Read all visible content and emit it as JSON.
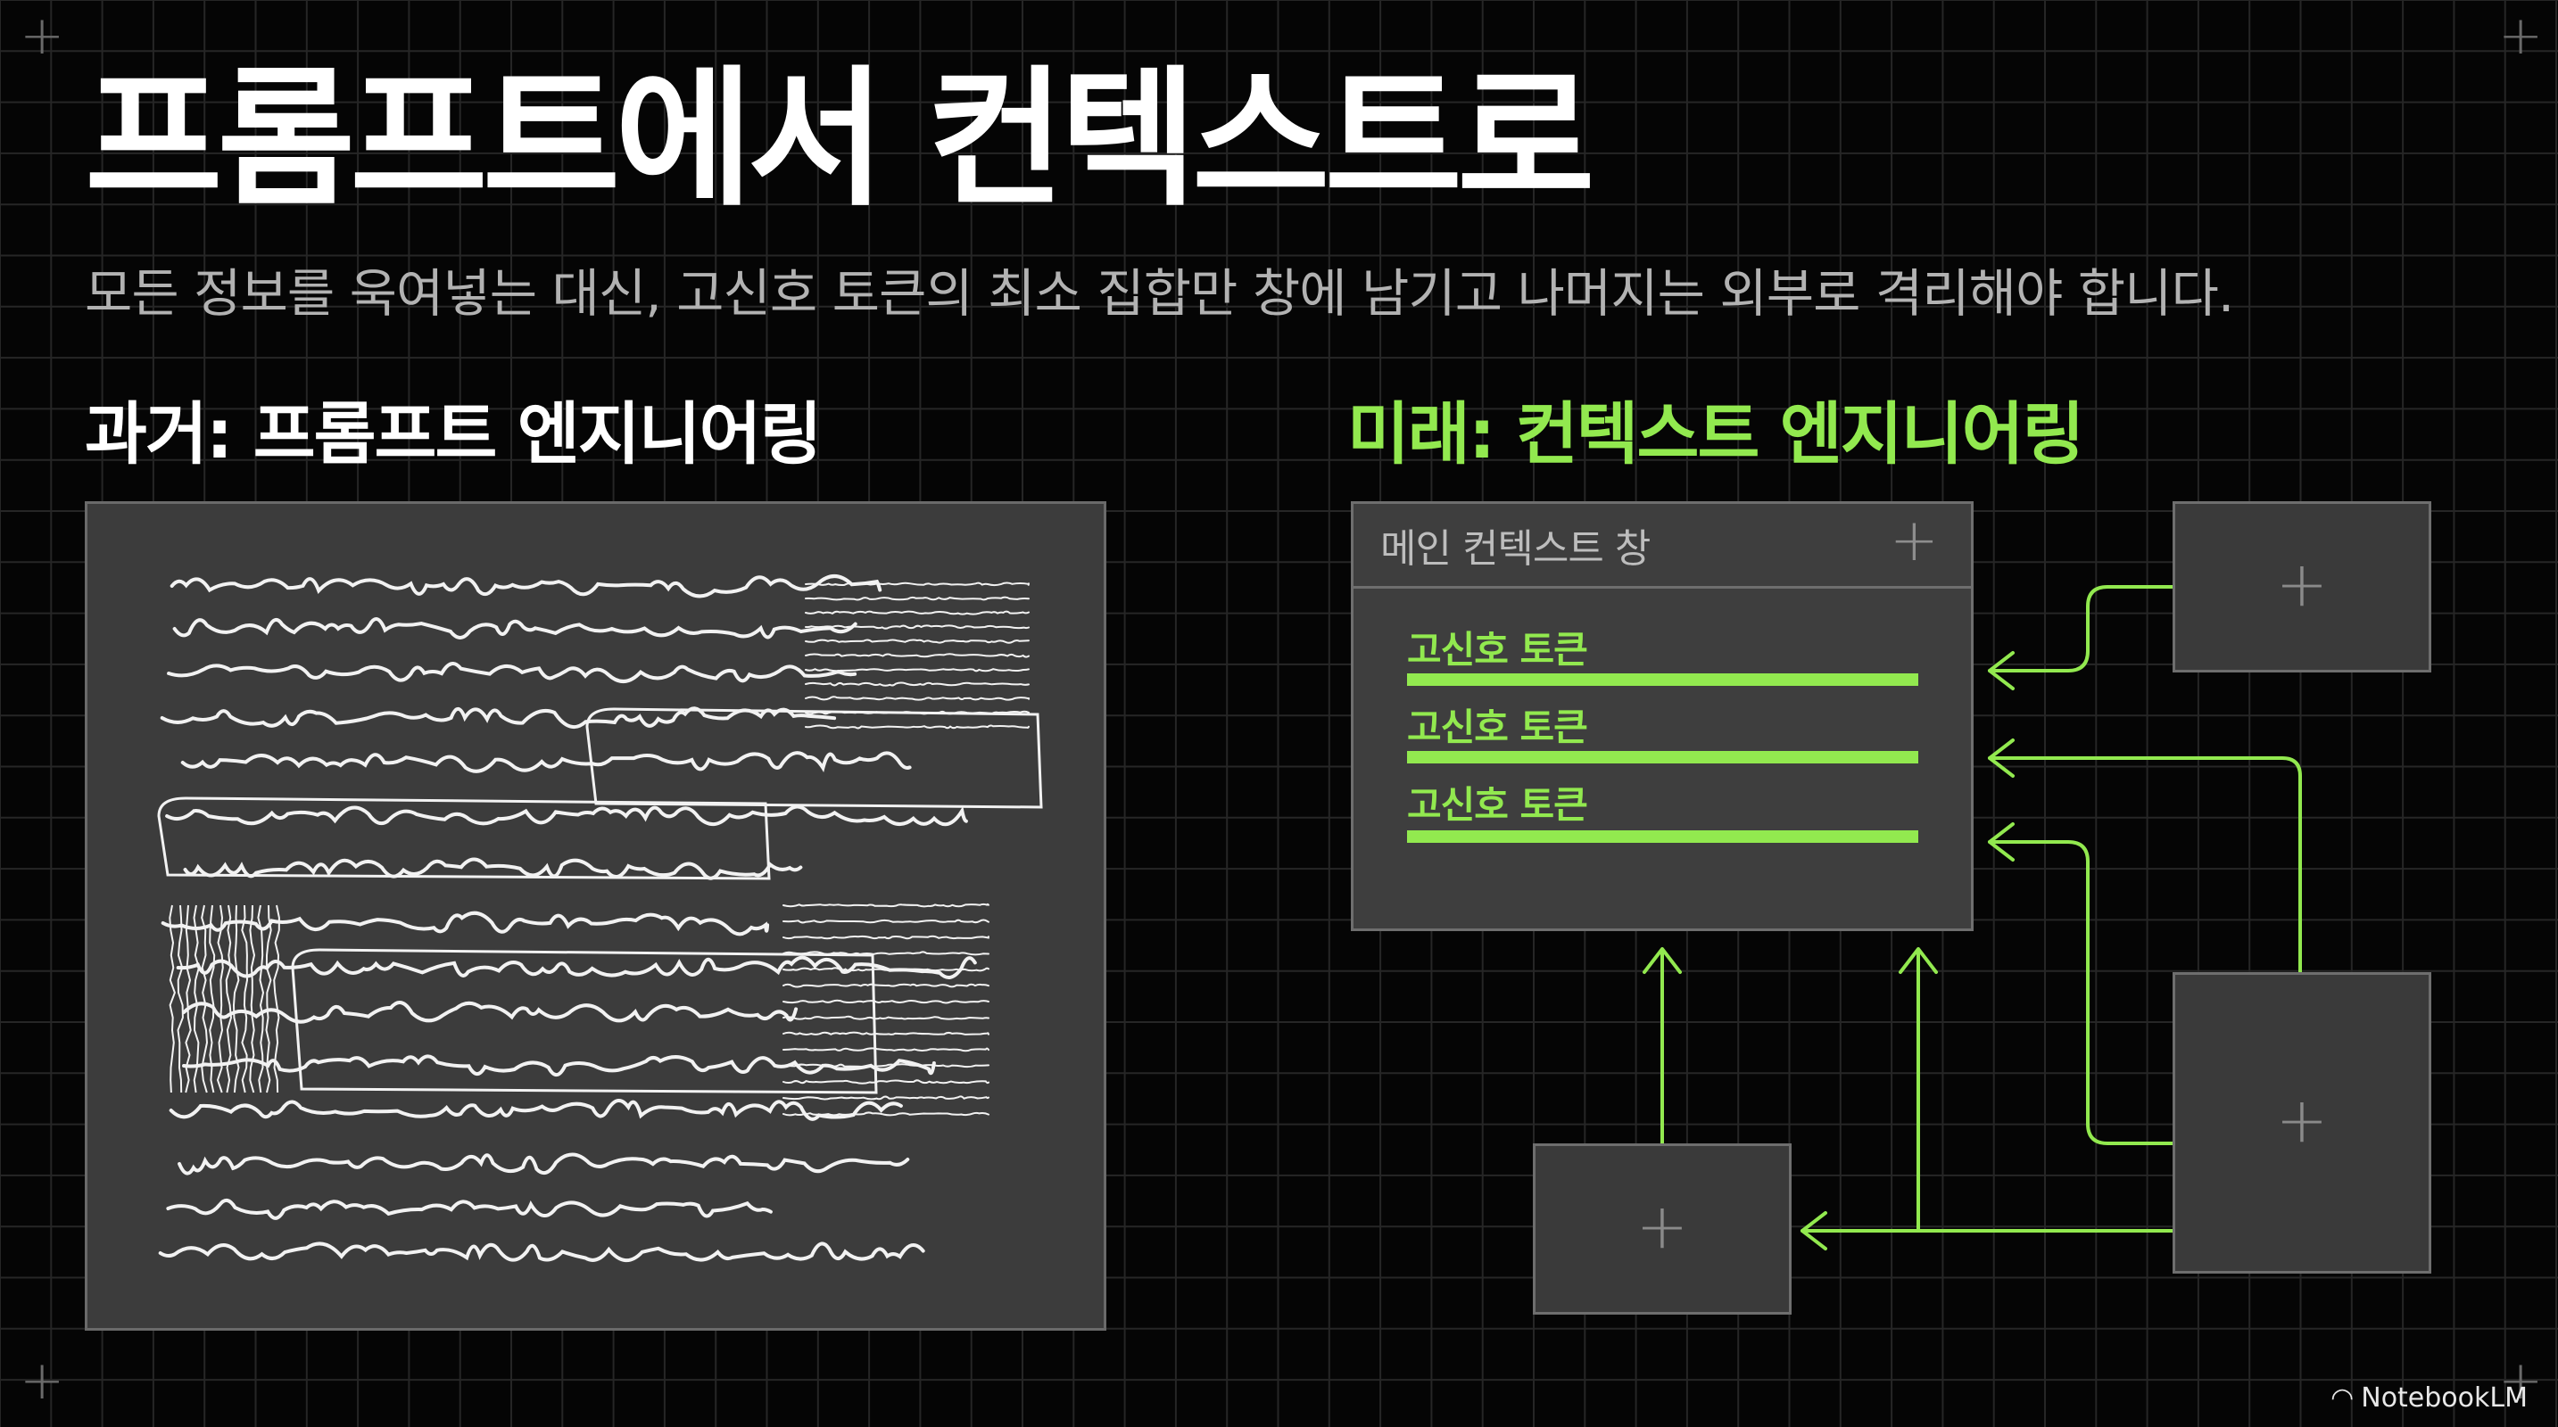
{
  "title": "프롬프트에서 컨텍스트로",
  "subtitle": "모든 정보를 욱여넣는 대신, 고신호 토큰의 최소 집합만 창에 남기고 나머지는 외부로 격리해야 합니다.",
  "left": {
    "heading": "과거: 프롬프트 엔지니어링"
  },
  "right": {
    "heading": "미래: 컨텍스트 엔지니어링",
    "main_window": {
      "title": "메인 컨텍스트 창",
      "tokens": [
        "고신호 토큰",
        "고신호 토큰",
        "고신호 토큰"
      ]
    }
  },
  "brand": {
    "label": "NotebookLM",
    "icon": "notebooklm-logo-icon"
  },
  "colors": {
    "background": "#050505",
    "accent_green": "#92e94f",
    "panel": "#3c3c3c",
    "grid_line": "#262626"
  }
}
